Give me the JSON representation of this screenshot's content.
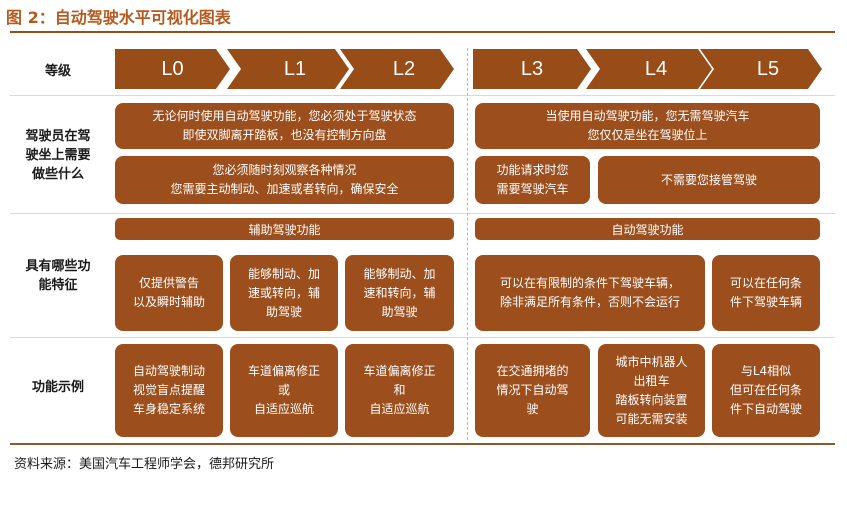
{
  "title": "图 2：自动驾驶水平可视化图表",
  "rows": {
    "level": "等级",
    "driver": "驾驶员在驾\n驶坐上需要\n做些什么",
    "features": "具有哪些功\n能特征",
    "examples": "功能示例"
  },
  "levels": [
    "L0",
    "L1",
    "L2",
    "L3",
    "L4",
    "L5"
  ],
  "driver": {
    "l0_l2_top": "无论何时使用自动驾驶功能，您必须处于驾驶状态\n即使双脚离开踏板，也没有控制方向盘",
    "l0_l2_bottom": "您必须随时刻观察各种情况\n您需要主动制动、加速或者转向，确保安全",
    "l3_l5_top": "当使用自动驾驶功能，您无需驾驶汽车\n您仅仅是坐在驾驶位上",
    "l3_bottom": "功能请求时您\n需要驾驶汽车",
    "l4_l5_bottom": "不需要您接管驾驶"
  },
  "features": {
    "assist_header": "辅助驾驶功能",
    "auto_header": "自动驾驶功能",
    "l0": "仅提供警告\n以及瞬时辅助",
    "l1": "能够制动、加\n速或转向，辅\n助驾驶",
    "l2": "能够制动、加\n速和转向，辅\n助驾驶",
    "l3_l4": "可以在有限制的条件下驾驶车辆，\n除非满足所有条件，否则不会运行",
    "l5": "可以在任何条\n件下驾驶车辆"
  },
  "examples": {
    "l0": "自动驾驶制动\n视觉盲点提醒\n车身稳定系统",
    "l1": "车道偏离修正\n或\n自适应巡航",
    "l2": "车道偏离修正\n和\n自适应巡航",
    "l3": "在交通拥堵的\n情况下自动驾\n驶",
    "l4": "城市中机器人\n出租车\n踏板转向装置\n可能无需安装",
    "l5": "与L4相似\n但可在任何条\n件下自动驾驶"
  },
  "source": "资料来源：美国汽车工程师学会，德邦研究所",
  "colors": {
    "chevron": "#984c17",
    "box": "#9c4f1d",
    "title": "#b45a1e",
    "rule": "#9a4c12"
  }
}
